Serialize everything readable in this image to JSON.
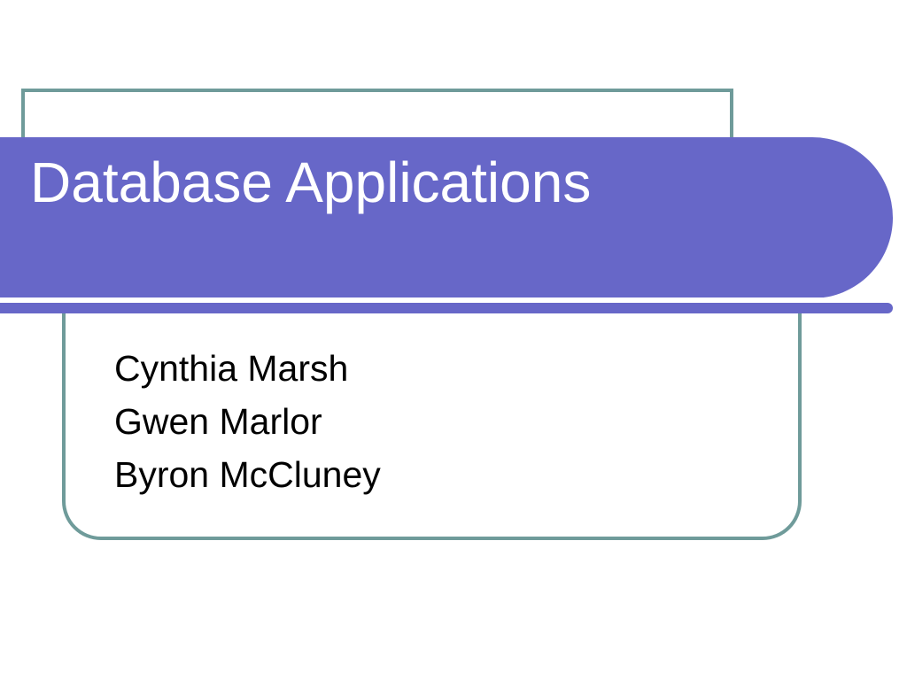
{
  "slide": {
    "title": "Database Applications",
    "authors": [
      "Cynthia Marsh",
      "Gwen Marlor",
      "Byron McCluney"
    ]
  },
  "colors": {
    "banner_purple": "#6767C8",
    "frame_teal": "#6F9B9A",
    "title_text": "#FFFFFF",
    "author_text": "#000000",
    "background": "#FFFFFF"
  }
}
